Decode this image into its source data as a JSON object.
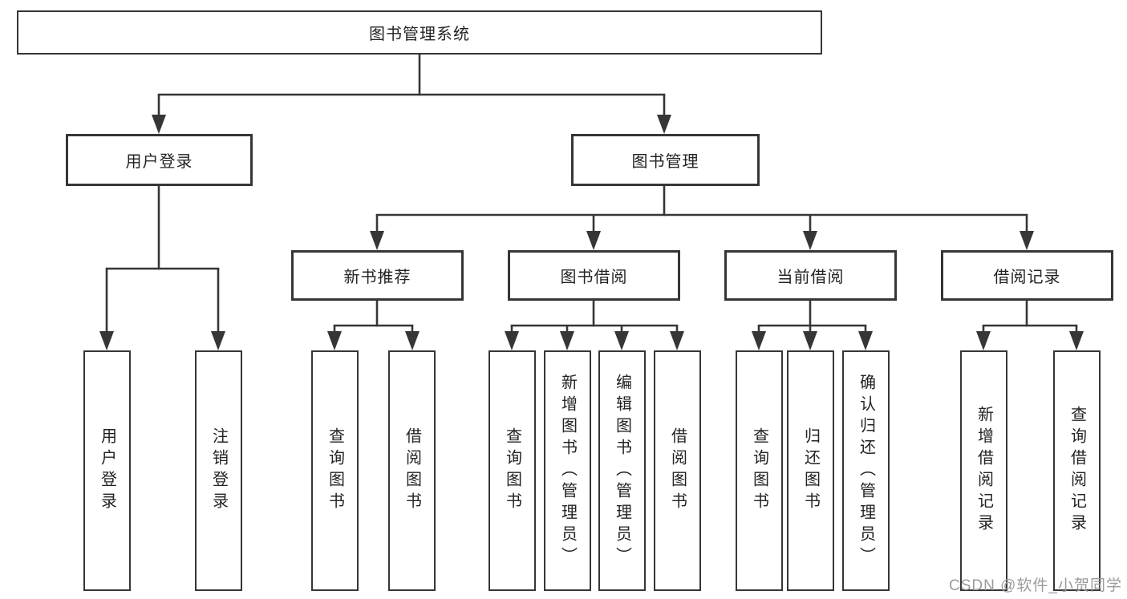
{
  "colors": {
    "line": "#363636",
    "box_border": "#363636",
    "text": "#232323",
    "watermark": "#9b9b9b",
    "background": "#ffffff"
  },
  "nodes": {
    "root": {
      "label": "图书管理系统"
    },
    "user_login": {
      "label": "用户登录"
    },
    "book_mgmt": {
      "label": "图书管理"
    },
    "new_book_rec": {
      "label": "新书推荐"
    },
    "book_borrow": {
      "label": "图书借阅"
    },
    "current_borrow": {
      "label": "当前借阅"
    },
    "borrow_records": {
      "label": "借阅记录"
    },
    "leaf_user_login": {
      "label": "用户登录"
    },
    "leaf_logout_login": {
      "label": "注销登录"
    },
    "leaf_query_book_rec": {
      "label": "查询图书"
    },
    "leaf_borrow_book_rec": {
      "label": "借阅图书"
    },
    "leaf_query_book_borrow": {
      "label": "查询图书"
    },
    "leaf_add_book": {
      "label": "新增图书（管理员）"
    },
    "leaf_edit_book": {
      "label": "编辑图书（管理员）"
    },
    "leaf_borrow_book": {
      "label": "借阅图书"
    },
    "leaf_query_book_current": {
      "label": "查询图书"
    },
    "leaf_return_book": {
      "label": "归还图书"
    },
    "leaf_confirm_return": {
      "label": "确认归还（管理员）"
    },
    "leaf_add_borrow_record": {
      "label": "新增借阅记录"
    },
    "leaf_query_borrow_record": {
      "label": "查询借阅记录"
    }
  },
  "watermark": {
    "text": "CSDN @软件_小贺同学"
  }
}
